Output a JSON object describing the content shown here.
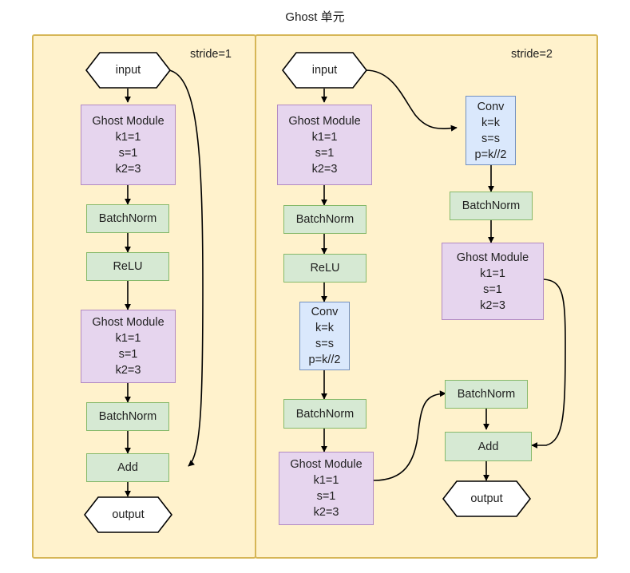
{
  "title": "Ghost 单元",
  "panels": [
    {
      "id": "stride1",
      "stride_label": "stride=1",
      "nodes": {
        "input": "input",
        "ghost1_title": "Ghost Module",
        "ghost1_l1": "k1=1",
        "ghost1_l2": "s=1",
        "ghost1_l3": "k2=3",
        "bn1": "BatchNorm",
        "relu": "ReLU",
        "ghost2_title": "Ghost Module",
        "ghost2_l1": "k1=1",
        "ghost2_l2": "s=1",
        "ghost2_l3": "k2=3",
        "bn2": "BatchNorm",
        "add": "Add",
        "output": "output"
      }
    },
    {
      "id": "stride2",
      "stride_label": "stride=2",
      "main": {
        "input": "input",
        "ghost1_title": "Ghost Module",
        "ghost1_l1": "k1=1",
        "ghost1_l2": "s=1",
        "ghost1_l3": "k2=3",
        "bn1": "BatchNorm",
        "relu": "ReLU",
        "conv_title": "Conv",
        "conv_l1": "k=k",
        "conv_l2": "s=s",
        "conv_l3": "p=k//2",
        "bn2": "BatchNorm",
        "ghost2_title": "Ghost Module",
        "ghost2_l1": "k1=1",
        "ghost2_l2": "s=1",
        "ghost2_l3": "k2=3"
      },
      "shortcut": {
        "conv_title": "Conv",
        "conv_l1": "k=k",
        "conv_l2": "s=s",
        "conv_l3": "p=k//2",
        "bn1": "BatchNorm",
        "ghost_title": "Ghost Module",
        "ghost_l1": "k1=1",
        "ghost_l2": "s=1",
        "ghost_l3": "k2=3",
        "bn2": "BatchNorm",
        "add": "Add",
        "output": "output"
      }
    }
  ],
  "colors": {
    "panel_fill": "#fff2cc",
    "panel_border": "#d6b656",
    "ghost_fill": "#e6d5ee",
    "ghost_border": "#b28ac2",
    "green_fill": "#d6e9d3",
    "green_border": "#86b96a",
    "conv_fill": "#dae8fc",
    "conv_border": "#7290c0",
    "edge": "#000000",
    "terminal_fill": "#ffffff"
  }
}
